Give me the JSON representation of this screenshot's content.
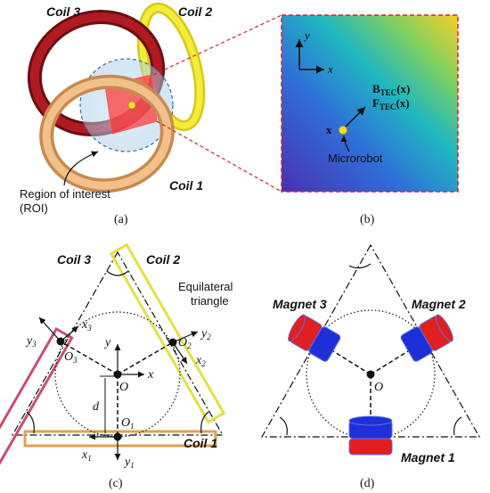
{
  "panel_a": {
    "coil3": "Coil 3",
    "coil2": "Coil 2",
    "coil1": "Coil 1",
    "roi_line1": "Region of interest",
    "roi_line2": "(ROI)",
    "caption": "(a)"
  },
  "panel_b": {
    "axis_y": "y",
    "axis_x": "x",
    "b_field": "B",
    "b_sub": "TEC",
    "b_arg": "(x)",
    "f_field": "F",
    "f_sub": "TEC",
    "f_arg": "(x)",
    "point": "x",
    "microrobot": "Microrobot",
    "caption": "(b)",
    "colors": {
      "left": "#3b3fb8",
      "mid": "#1aa8b8",
      "right": "#f3c62a",
      "border": "#e02020"
    }
  },
  "panel_c": {
    "coil3": "Coil 3",
    "coil2": "Coil 2",
    "coil1": "Coil 1",
    "tri_line1": "Equilateral",
    "tri_line2": "triangle",
    "y3": "y",
    "y3s": "3",
    "x3": "x",
    "x3s": "3",
    "o3": "O",
    "o3s": "3",
    "y2": "y",
    "y2s": "2",
    "x2": "x",
    "x2s": "2",
    "o2": "O",
    "o2s": "2",
    "y": "y",
    "x": "x",
    "o": "O",
    "d": "d",
    "o1": "O",
    "o1s": "1",
    "x1": "x",
    "x1s": "1",
    "y1": "y",
    "y1s": "1",
    "caption": "(c)",
    "colors": {
      "coil3": "#c8506a",
      "coil2": "#e4e044",
      "coil1": "#e0a050"
    }
  },
  "panel_d": {
    "magnet3": "Magnet 3",
    "magnet2": "Magnet 2",
    "magnet1": "Magnet 1",
    "o": "O",
    "caption": "(d)",
    "colors": {
      "red": "#e02020",
      "blue": "#1f2fd8"
    }
  }
}
